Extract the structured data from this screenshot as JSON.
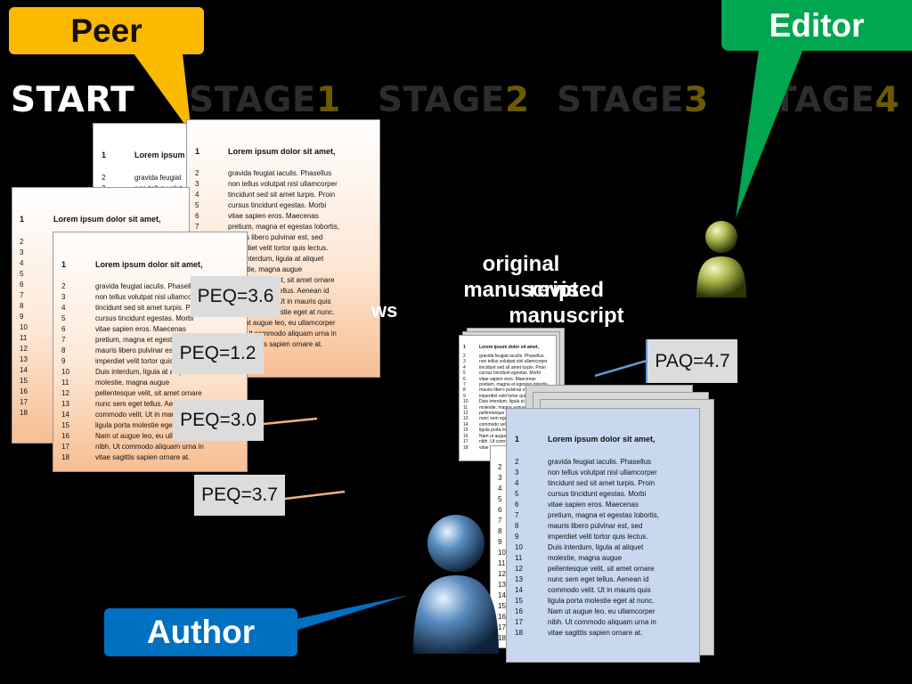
{
  "roles": {
    "peer": "Peer",
    "editor": "Editor",
    "author": "Author"
  },
  "stages": {
    "start": "START",
    "stage1": {
      "word": "STAGE",
      "num": "1"
    },
    "stage2": {
      "word": "STAGE",
      "num": "2"
    },
    "stage3": {
      "word": "STAGE",
      "num": "3"
    },
    "stage4": {
      "word": "TAGE",
      "num": "4"
    }
  },
  "labels": {
    "original": "original manuscript",
    "revised": "revised manuscript",
    "reviews_partial": "ws"
  },
  "scores": {
    "peq1": "PEQ=3.6",
    "peq2": "PEQ=1.2",
    "peq3": "PEQ=3.0",
    "peq4": "PEQ=3.7",
    "paq": "PAQ=4.7"
  },
  "document": {
    "title_num": "1",
    "title": "Lorem ipsum dolor sit amet,",
    "line_numbers": "2\n3\n4\n5\n6\n7\n8\n9\n10\n11\n12\n13\n14\n15\n16\n17\n18",
    "body": "gravida feugiat iaculis. Phasellus\nnon tellus volutpat nisl ullamcorper\ntincidunt sed sit amet turpis. Proin\ncursus tincidunt egestas. Morbi\nvitae sapien eros. Maecenas\npretium, magna et egestas lobortis,\nmauris libero pulvinar est, sed\nimperdiet velit tortor quis lectus.\nDuis interdum, ligula at aliquet\nmolestie, magna augue\npellentesque velit, sit amet ornare\nnunc sem eget tellus. Aenean id\ncommodo velit. Ut in mauris quis\nligula porta molestie eget at nunc.\nNam ut augue leo, eu ullamcorper\nnibh. Ut commodo aliquam urna in\nvitae sagittis sapien ornare at.",
    "body_truncated": "gravida feugiat\nnon tellus volut",
    "title_truncated": "Lorem ipsum"
  },
  "colors": {
    "peer": "#fbb900",
    "editor": "#00a650",
    "author": "#0070c0"
  }
}
